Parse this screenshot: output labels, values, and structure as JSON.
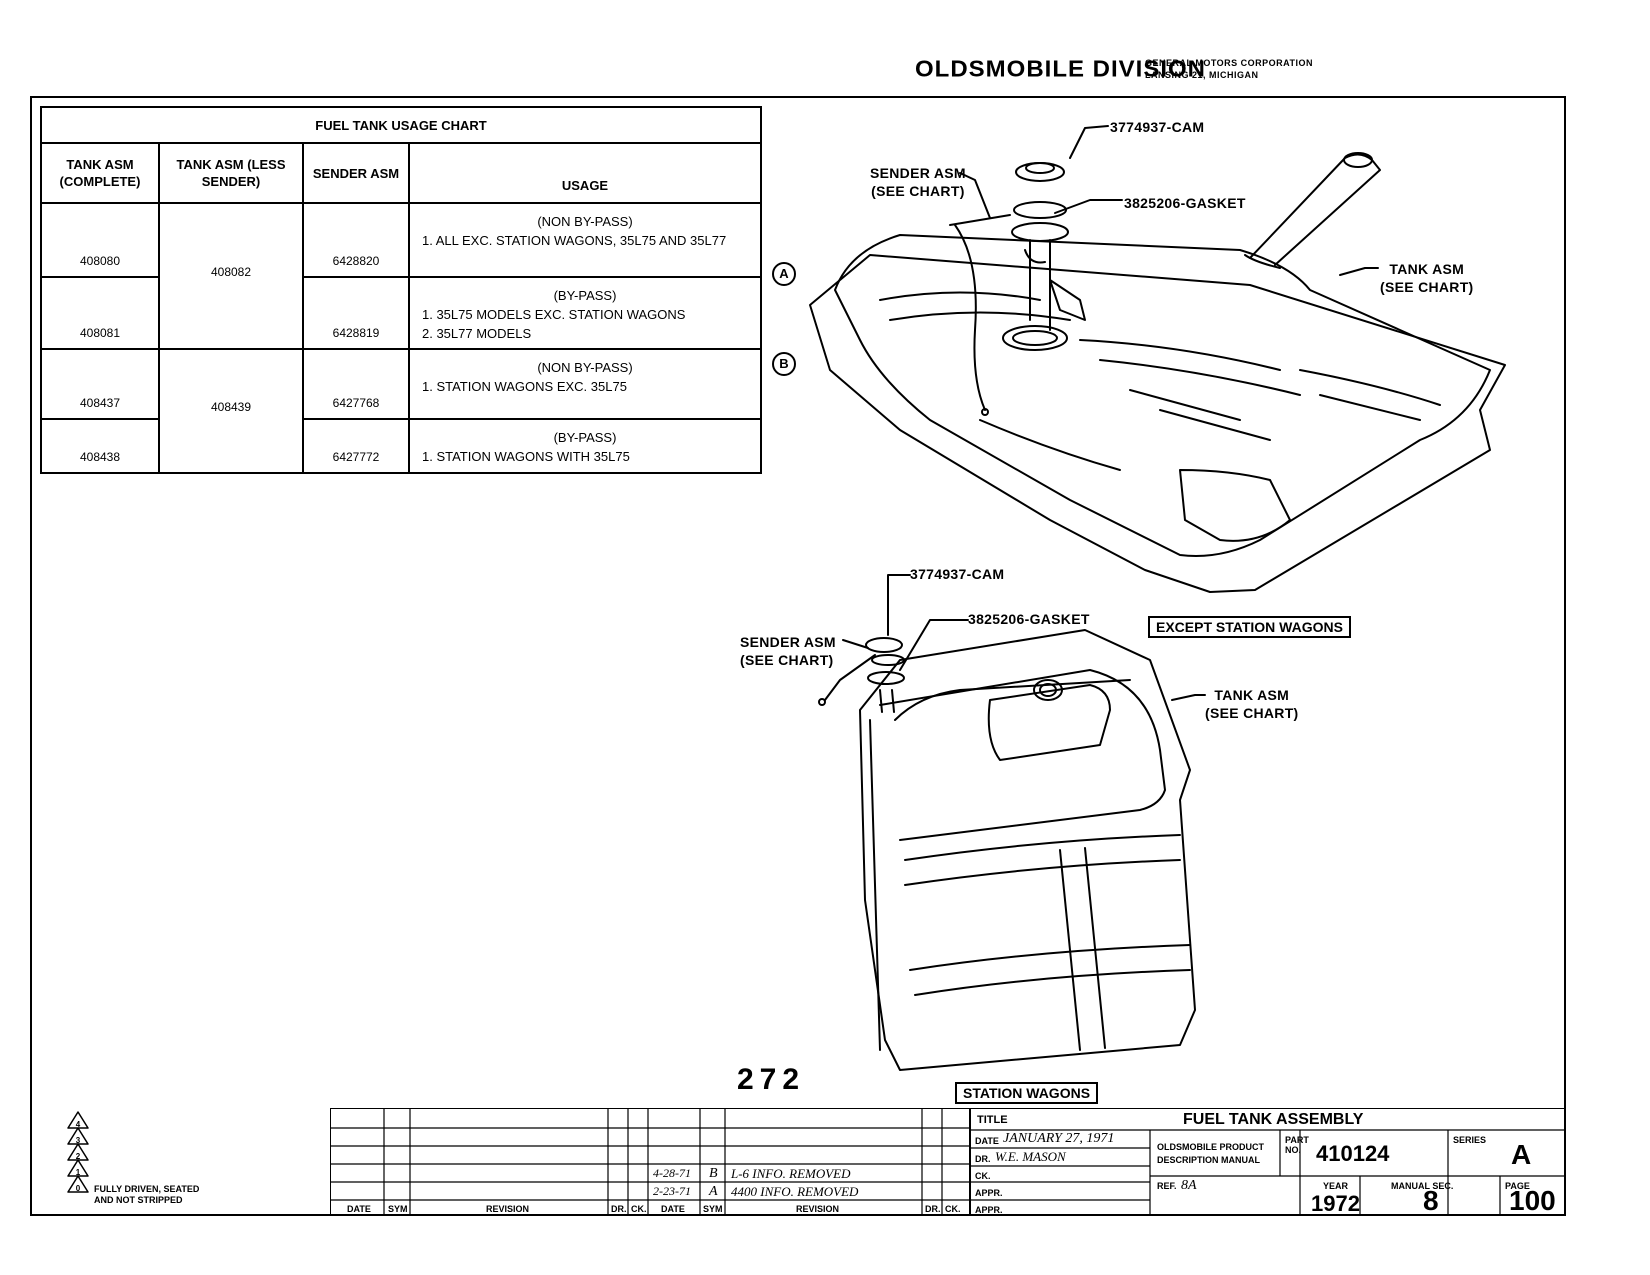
{
  "header": {
    "division": "OLDSMOBILE DIVISION",
    "corp_line1": "GENERAL MOTORS CORPORATION",
    "corp_line2": "LANSING 21, MICHIGAN"
  },
  "usage_chart": {
    "title": "FUEL TANK USAGE CHART",
    "col_complete": "TANK ASM (COMPLETE)",
    "col_less_sender": "TANK ASM (LESS SENDER)",
    "col_sender": "SENDER ASM",
    "col_usage": "USAGE",
    "rows": [
      {
        "complete": "408080",
        "sender": "6428820",
        "usage_head": "(NON BY-PASS)",
        "usage_lines": [
          "1. ALL EXC. STATION WAGONS, 35L75 AND 35L77"
        ]
      },
      {
        "complete": "408081",
        "sender": "6428819",
        "usage_head": "(BY-PASS)",
        "usage_lines": [
          "1. 35L75 MODELS EXC. STATION WAGONS",
          "2. 35L77 MODELS"
        ]
      },
      {
        "complete": "408437",
        "sender": "6427768",
        "usage_head": "(NON BY-PASS)",
        "usage_lines": [
          "1. STATION WAGONS EXC. 35L75"
        ]
      },
      {
        "complete": "408438",
        "sender": "6427772",
        "usage_head": "(BY-PASS)",
        "usage_lines": [
          "1. STATION WAGONS WITH 35L75"
        ]
      }
    ],
    "less_sender_groups": [
      "408082",
      "408439"
    ]
  },
  "markers": {
    "a": "A",
    "b": "B"
  },
  "top_diagram": {
    "cam": "3774937-CAM",
    "gasket": "3825206-GASKET",
    "sender_line1": "SENDER ASM",
    "sender_line2": "(SEE CHART)",
    "tank_line1": "TANK ASM",
    "tank_line2": "(SEE CHART)",
    "caption": "EXCEPT STATION WAGONS"
  },
  "bottom_diagram": {
    "cam": "3774937-CAM",
    "gasket": "3825206-GASKET",
    "sender_line1": "SENDER ASM",
    "sender_line2": "(SEE CHART)",
    "tank_line1": "TANK ASM",
    "tank_line2": "(SEE CHART)",
    "caption": "STATION WAGONS"
  },
  "page_number": "272",
  "notes": {
    "triangles": [
      "4",
      "3",
      "2",
      "1",
      "0"
    ],
    "fully_driven_line1": "FULLY DRIVEN, SEATED",
    "fully_driven_line2": "AND NOT STRIPPED"
  },
  "revision_block": {
    "headers": {
      "date": "DATE",
      "sym": "SYM",
      "revision": "REVISION",
      "dr": "DR.",
      "ck": "CK."
    },
    "entries": [
      {
        "date": "4-28-71",
        "sym": "B",
        "revision": "L-6 INFO. REMOVED"
      },
      {
        "date": "2-23-71",
        "sym": "A",
        "revision": "4400 INFO. REMOVED"
      }
    ]
  },
  "title_block": {
    "title_label": "TITLE",
    "title": "FUEL TANK ASSEMBLY",
    "date_label": "DATE",
    "date": "JANUARY 27, 1971",
    "dr_label": "DR.",
    "drawn_by": "W.E. MASON",
    "ck_label": "CK.",
    "appr_label": "APPR.",
    "appr2_label": "APPR.",
    "product_line1": "OLDSMOBILE PRODUCT",
    "product_line2": "DESCRIPTION MANUAL",
    "ref_label": "REF.",
    "ref": "8A",
    "part_label": "PART NO.",
    "part_no": "410124",
    "series_label": "SERIES",
    "series": "A",
    "year_label": "YEAR",
    "year": "1972",
    "manual_sec_label": "MANUAL SEC.",
    "manual_sec": "8",
    "page_label": "PAGE",
    "page": "100"
  }
}
